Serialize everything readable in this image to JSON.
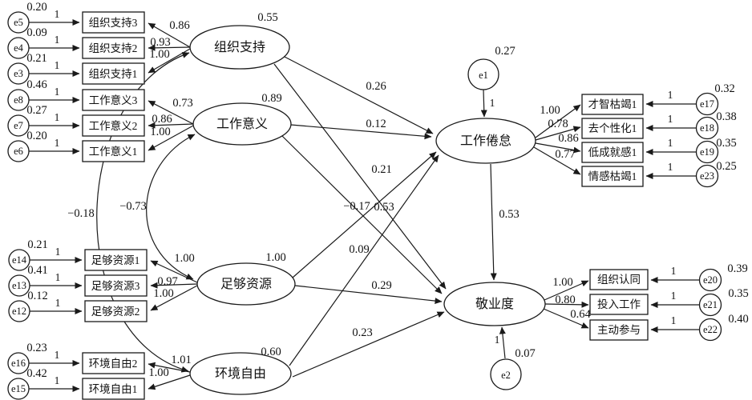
{
  "lat": {
    "os": {
      "label": "组织支持",
      "var": "0.55"
    },
    "wm": {
      "label": "工作意义",
      "var": "0.89"
    },
    "ar": {
      "label": "足够资源",
      "var": "1.00"
    },
    "ef": {
      "label": "环境自由",
      "var": "0.60"
    },
    "bo": {
      "label": "工作倦怠"
    },
    "en": {
      "label": "敬业度"
    }
  },
  "ind": {
    "os": [
      {
        "label": "组织支持3",
        "err": "e5",
        "evar": "0.20",
        "one": "1",
        "load": "0.86"
      },
      {
        "label": "组织支持2",
        "err": "e4",
        "evar": "0.09",
        "one": "1",
        "load": "0.93"
      },
      {
        "label": "组织支持1",
        "err": "e3",
        "evar": "0.21",
        "one": "1",
        "load": "1.00"
      }
    ],
    "wm": [
      {
        "label": "工作意义3",
        "err": "e8",
        "evar": "0.46",
        "one": "1",
        "load": "0.73"
      },
      {
        "label": "工作意义2",
        "err": "e7",
        "evar": "0.27",
        "one": "1",
        "load": "0.86"
      },
      {
        "label": "工作意义1",
        "err": "e6",
        "evar": "0.20",
        "one": "1",
        "load": "1.00"
      }
    ],
    "ar": [
      {
        "label": "足够资源1",
        "err": "e14",
        "evar": "0.21",
        "one": "1",
        "load": "1.00"
      },
      {
        "label": "足够资源3",
        "err": "e13",
        "evar": "0.41",
        "one": "1",
        "load": "0.97"
      },
      {
        "label": "足够资源2",
        "err": "e12",
        "evar": "0.12",
        "one": "1",
        "load": "1.00"
      }
    ],
    "ef": [
      {
        "label": "环境自由2",
        "err": "e16",
        "evar": "0.23",
        "one": "1",
        "load": "1.01"
      },
      {
        "label": "环境自由1",
        "err": "e15",
        "evar": "0.42",
        "one": "1",
        "load": "1.00"
      }
    ],
    "bo": [
      {
        "label": "才智枯竭1",
        "err": "e17",
        "evar": "0.32",
        "one": "1",
        "load": "1.00"
      },
      {
        "label": "去个性化1",
        "err": "e18",
        "evar": "0.38",
        "one": "1",
        "load": "0.78"
      },
      {
        "label": "低成就感1",
        "err": "e19",
        "evar": "0.35",
        "one": "1",
        "load": "0.86"
      },
      {
        "label": "情感枯竭1",
        "err": "e23",
        "evar": "0.25",
        "one": "1",
        "load": "0.77"
      }
    ],
    "en": [
      {
        "label": "组织认同",
        "err": "e20",
        "evar": "0.39",
        "one": "1",
        "load": "1.00"
      },
      {
        "label": "投入工作",
        "err": "e21",
        "evar": "0.35",
        "one": "1",
        "load": "0.80"
      },
      {
        "label": "主动参与",
        "err": "e22",
        "evar": "0.40",
        "one": "1",
        "load": "0.64"
      }
    ]
  },
  "sp": {
    "os_bo": "0.26",
    "wm_bo": "0.12",
    "ar_bo": "0.53",
    "ef_bo": "0.09",
    "os_en": "0.21",
    "wm_en": "−0.17",
    "ar_en": "0.29",
    "ef_en": "0.23",
    "bo_en": "0.53"
  },
  "cov": {
    "os_ef": "−0.18",
    "wm_ar": "−0.73"
  },
  "dist": {
    "e1": {
      "name": "e1",
      "var": "0.27",
      "one": "1"
    },
    "e2": {
      "name": "e2",
      "var": "0.07",
      "one": "1"
    }
  },
  "colors": {
    "line": "#1a1a1a",
    "background": "#ffffff"
  }
}
